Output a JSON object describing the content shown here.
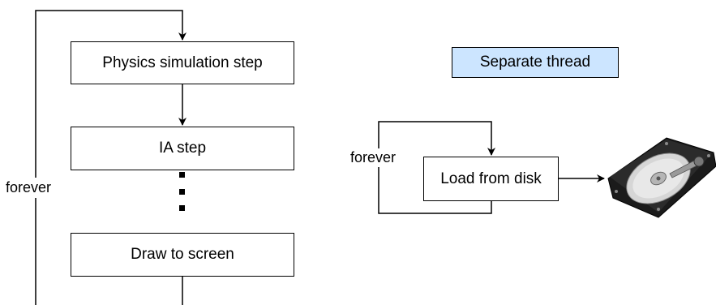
{
  "main_loop": {
    "steps": [
      "Physics simulation step",
      "IA step",
      "Draw to screen"
    ],
    "loop_label": "forever"
  },
  "thread": {
    "title": "Separate thread",
    "title_fill": "#cce5ff",
    "step": "Load from disk",
    "loop_label": "forever",
    "target_icon": "hard-disk-drive-icon"
  }
}
